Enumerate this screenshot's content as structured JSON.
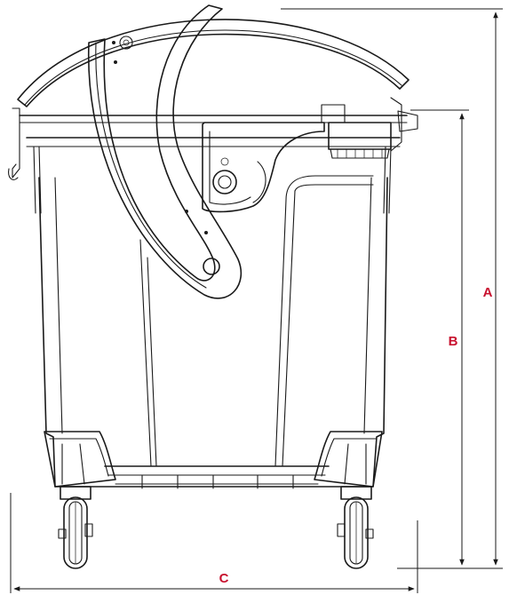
{
  "dimensions": {
    "A": {
      "label": "A"
    },
    "B": {
      "label": "B"
    },
    "C": {
      "label": "C"
    }
  },
  "colors": {
    "line": "#1a1a1a",
    "dimension_label": "#c8102e",
    "background": "#ffffff"
  }
}
